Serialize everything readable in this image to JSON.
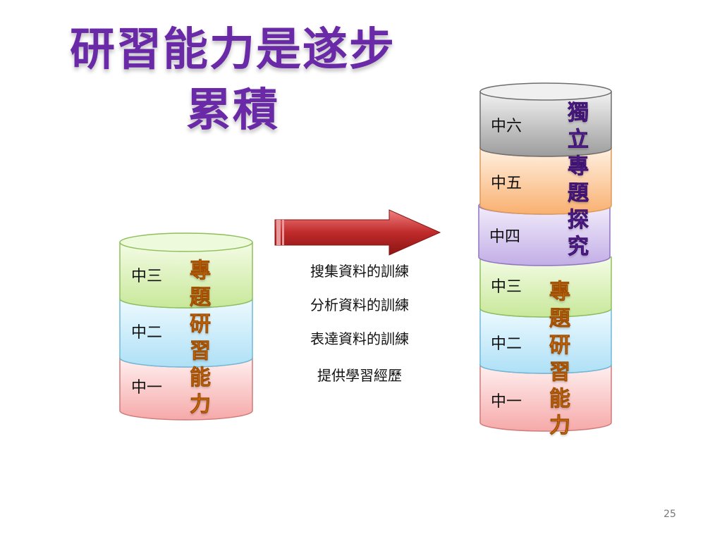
{
  "title": {
    "line1": "研習能力是遂步",
    "line2": "累積"
  },
  "left_stack": {
    "levels": [
      "中三",
      "中二",
      "中一"
    ],
    "label_chars": [
      "專",
      "題",
      "研",
      "習",
      "能",
      "力"
    ]
  },
  "training_items": [
    "搜集資料的訓練",
    "分析資料的訓練",
    "表達資料的訓練",
    "提供學習經歷"
  ],
  "right_stack": {
    "levels": [
      "中六",
      "中五",
      "中四",
      "中三",
      "中二",
      "中一"
    ],
    "upper_label_chars": [
      "獨",
      "立",
      "專",
      "題",
      "探",
      "究"
    ],
    "lower_label_chars": [
      "專",
      "題",
      "研",
      "習",
      "能",
      "力"
    ]
  },
  "colors": {
    "title": "#6a2aa8",
    "green": "#d8f0b0",
    "blue": "#c6ecfa",
    "pink": "#fbc4c4",
    "lavender": "#d6c8ef",
    "orange": "#fbc99a",
    "gray": "#c4c4c4",
    "arrow": "#c02a2a"
  },
  "page_number": "25"
}
